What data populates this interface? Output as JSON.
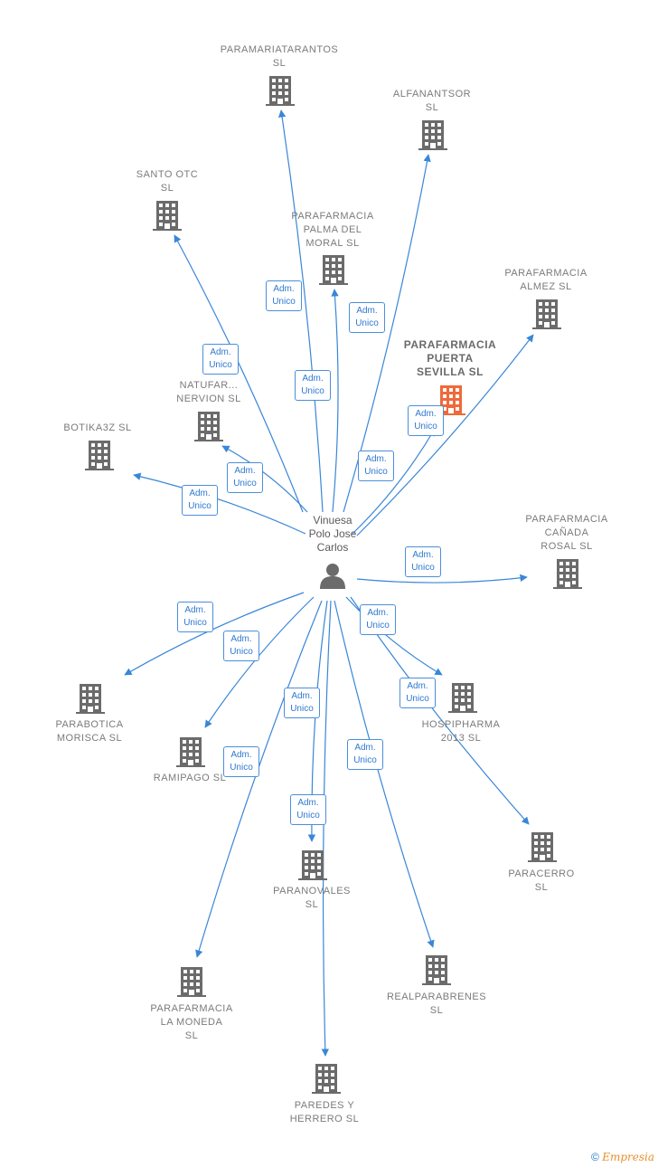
{
  "person": {
    "lines": [
      "Vinuesa",
      "Polo Jose",
      "Carlos"
    ]
  },
  "relation_label": [
    "Adm.",
    "Unico"
  ],
  "colors": {
    "edge": "#3a86d8",
    "building": "#6b6b6b",
    "building_focus": "#ee6a3a",
    "edge_text": "#2f79d0"
  },
  "companies": [
    {
      "id": "paramariatarantos",
      "lines": [
        "PARAMARIATARANTOS",
        "SL"
      ]
    },
    {
      "id": "alfanantsor",
      "lines": [
        "ALFANANTSOR",
        "SL"
      ]
    },
    {
      "id": "santo-otc",
      "lines": [
        "SANTO OTC",
        "SL"
      ]
    },
    {
      "id": "palma-del-moral",
      "lines": [
        "PARAFARMACIA",
        "PALMA DEL",
        "MORAL  SL"
      ]
    },
    {
      "id": "almez",
      "lines": [
        "PARAFARMACIA",
        "ALMEZ  SL"
      ]
    },
    {
      "id": "puerta-sevilla",
      "lines": [
        "PARAFARMACIA",
        "PUERTA",
        "SEVILLA  SL"
      ],
      "focus": true
    },
    {
      "id": "naturfarma-nervion",
      "lines": [
        "NATUFAR...",
        "NERVION  SL"
      ]
    },
    {
      "id": "botika3z",
      "lines": [
        "BOTIKA3Z  SL"
      ]
    },
    {
      "id": "canada-rosal",
      "lines": [
        "PARAFARMACIA",
        "CAÑADA",
        "ROSAL  SL"
      ]
    },
    {
      "id": "parabotica-morisca",
      "lines": [
        "PARABOTICA",
        "MORISCA  SL"
      ]
    },
    {
      "id": "ramipago",
      "lines": [
        "RAMIPAGO  SL"
      ]
    },
    {
      "id": "hospipharma",
      "lines": [
        "HOSPIPHARMA",
        "2013  SL"
      ]
    },
    {
      "id": "paracerro",
      "lines": [
        "PARACERRO",
        "SL"
      ]
    },
    {
      "id": "paranovales",
      "lines": [
        "PARANOVALES",
        "SL"
      ]
    },
    {
      "id": "realparabrenes",
      "lines": [
        "REALPARABRENES",
        "SL"
      ]
    },
    {
      "id": "la-moneda",
      "lines": [
        "PARAFARMACIA",
        "LA MONEDA",
        "SL"
      ]
    },
    {
      "id": "paredes-herrero",
      "lines": [
        "PAREDES Y",
        "HERRERO  SL"
      ]
    }
  ],
  "footer": {
    "copyright": "©",
    "brand": "Empresia"
  }
}
